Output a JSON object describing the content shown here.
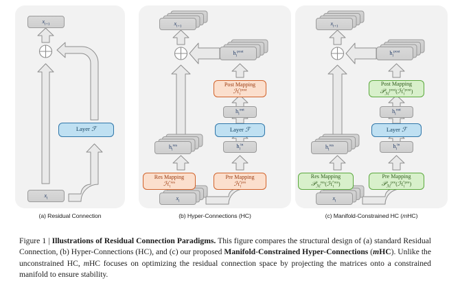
{
  "figure": {
    "caption_label": "Figure 1 |",
    "caption_title": "Illustrations of Residual Connection Paradigms.",
    "caption_body_1": " This figure compares the structural design of (a) standard Residual Connection, (b) Hyper-Connections (HC), and (c) our proposed ",
    "caption_bold_2": "Manifold-Constrained Hyper-Connections",
    "caption_paren_m": "m",
    "caption_paren_rest": "HC",
    "caption_body_2": ". Unlike the unconstrained HC, ",
    "caption_italic_m": "m",
    "caption_body_3": "HC focuses on optimizing the residual connection space by projecting the matrices onto a constrained manifold to ensure stability."
  },
  "panels": [
    {
      "id": "a",
      "caption": "(a) Residual Connection",
      "nodes": {
        "output": "x",
        "output_sub": "l+1",
        "layer": "Layer",
        "layer_f": "ℱ",
        "input": "x",
        "input_sub": "l"
      }
    },
    {
      "id": "b",
      "caption_prefix": "(b) Hyper-Connections (HC)",
      "nodes": {
        "output": "x",
        "output_sub": "l+1",
        "h_post": "h",
        "h_post_sub": "l",
        "h_post_sup": "post",
        "post_mapping_title": "Post Mapping",
        "post_mapping_sym": "ℋ",
        "post_mapping_sub": "l",
        "post_mapping_sup": "post",
        "h_out": "h",
        "h_out_sub": "l",
        "h_out_sup": "out",
        "layer": "Layer",
        "layer_f": "ℱ",
        "h_in": "h",
        "h_in_sub": "l",
        "h_in_sup": "in",
        "h_res": "h",
        "h_res_sub": "l",
        "h_res_sup": "res",
        "res_mapping_title": "Res Mapping",
        "res_mapping_sym": "ℋ",
        "res_mapping_sub": "l",
        "res_mapping_sup": "res",
        "pre_mapping_title": "Pre Mapping",
        "pre_mapping_sym": "ℋ",
        "pre_mapping_sub": "l",
        "pre_mapping_sup": "pre",
        "input": "x",
        "input_sub": "l"
      }
    },
    {
      "id": "c",
      "caption_a": "(c) Manifold-Constrained HC (",
      "caption_m": "m",
      "caption_b": "HC)",
      "nodes": {
        "output": "x",
        "output_sub": "l+1",
        "h_post": "h",
        "h_post_sub": "l",
        "h_post_sup": "post",
        "post_mapping_title": "Post Mapping",
        "post_mapping_p": "𝒫",
        "post_mapping_msub": "ℳ",
        "post_mapping_msup": "post",
        "post_mapping_arg": "ℋ",
        "post_mapping_arg_sub": "l",
        "post_mapping_arg_sup": "post",
        "h_out": "h",
        "h_out_sub": "l",
        "h_out_sup": "out",
        "layer": "Layer",
        "layer_f": "ℱ",
        "h_in": "h",
        "h_in_sub": "l",
        "h_in_sup": "in",
        "h_res": "h",
        "h_res_sub": "l",
        "h_res_sup": "res",
        "res_mapping_title": "Res Mapping",
        "res_mapping_p": "𝒫",
        "res_mapping_msub": "ℳ",
        "res_mapping_msup": "res",
        "res_mapping_arg": "ℋ",
        "res_mapping_arg_sub": "l",
        "res_mapping_arg_sup": "res",
        "pre_mapping_title": "Pre Mapping",
        "pre_mapping_p": "𝒫",
        "pre_mapping_msub": "ℳ",
        "pre_mapping_msup": "pre",
        "pre_mapping_arg": "ℋ",
        "pre_mapping_arg_sub": "l",
        "pre_mapping_arg_sup": "pre",
        "input": "x",
        "input_sub": "l"
      }
    }
  ],
  "colors": {
    "panel_bg": "#f2f2f2",
    "node_gray": "#d4d4d4",
    "node_gray_border": "#9a9a9a",
    "layer_blue": "#bfe0f2",
    "layer_blue_border": "#2e75a8",
    "mapping_orange": "#fbdfcd",
    "mapping_orange_border": "#d1622a",
    "mapping_green": "#d8f0cb",
    "mapping_green_border": "#5aa83c",
    "arrow_fill": "#e9e9e9",
    "arrow_stroke": "#8d8d8d",
    "text_dark": "#1a1a1a"
  }
}
